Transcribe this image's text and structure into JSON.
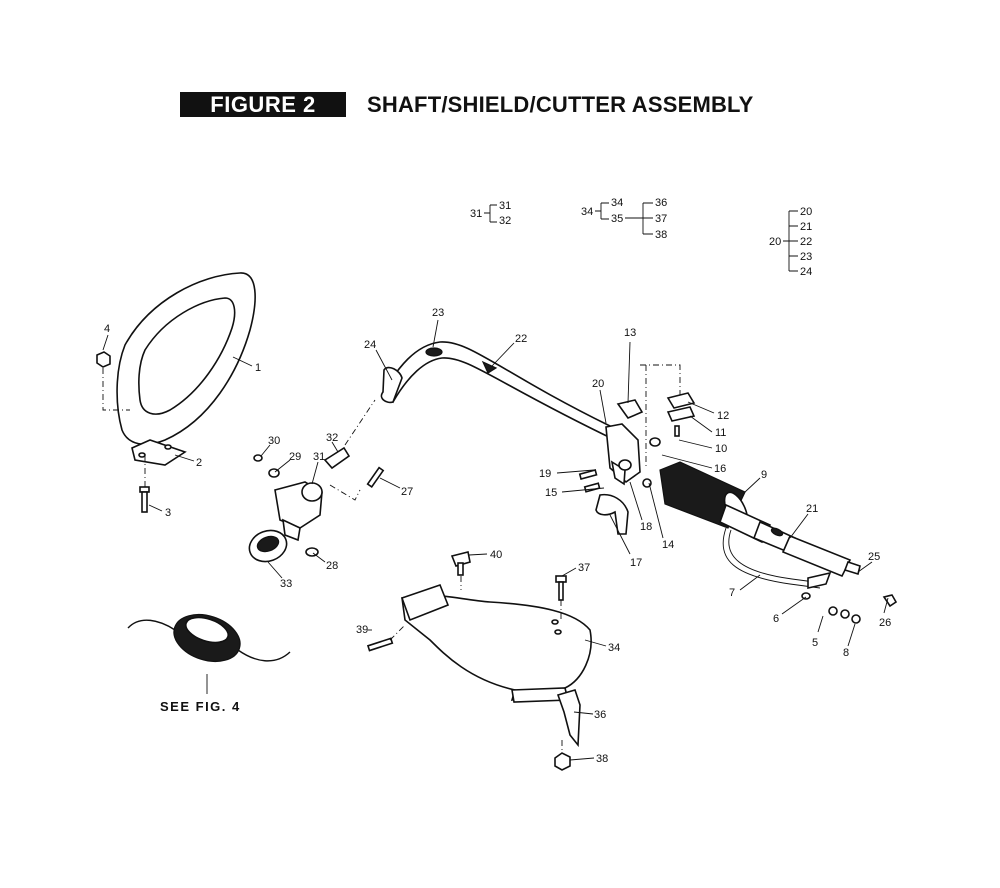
{
  "header": {
    "figure_label": "FIGURE 2",
    "title": "SHAFT/SHIELD/CUTTER ASSEMBLY"
  },
  "note": "SEE FIG. 4",
  "kits": [
    {
      "parent": "31",
      "children": [
        "31",
        "32"
      ]
    },
    {
      "parent": "34",
      "children": [
        "34",
        "35"
      ]
    },
    {
      "parent": "35",
      "children": [
        "36",
        "37",
        "38"
      ]
    },
    {
      "parent": "20",
      "children": [
        "20",
        "21",
        "22",
        "23",
        "24"
      ]
    }
  ],
  "callouts": [
    "1",
    "2",
    "3",
    "4",
    "5",
    "6",
    "7",
    "8",
    "9",
    "10",
    "11",
    "12",
    "13",
    "14",
    "15",
    "16",
    "17",
    "18",
    "19",
    "20",
    "21",
    "22",
    "23",
    "24",
    "25",
    "26",
    "27",
    "28",
    "29",
    "30",
    "31",
    "32",
    "33",
    "34",
    "36",
    "37",
    "38",
    "39",
    "40"
  ]
}
